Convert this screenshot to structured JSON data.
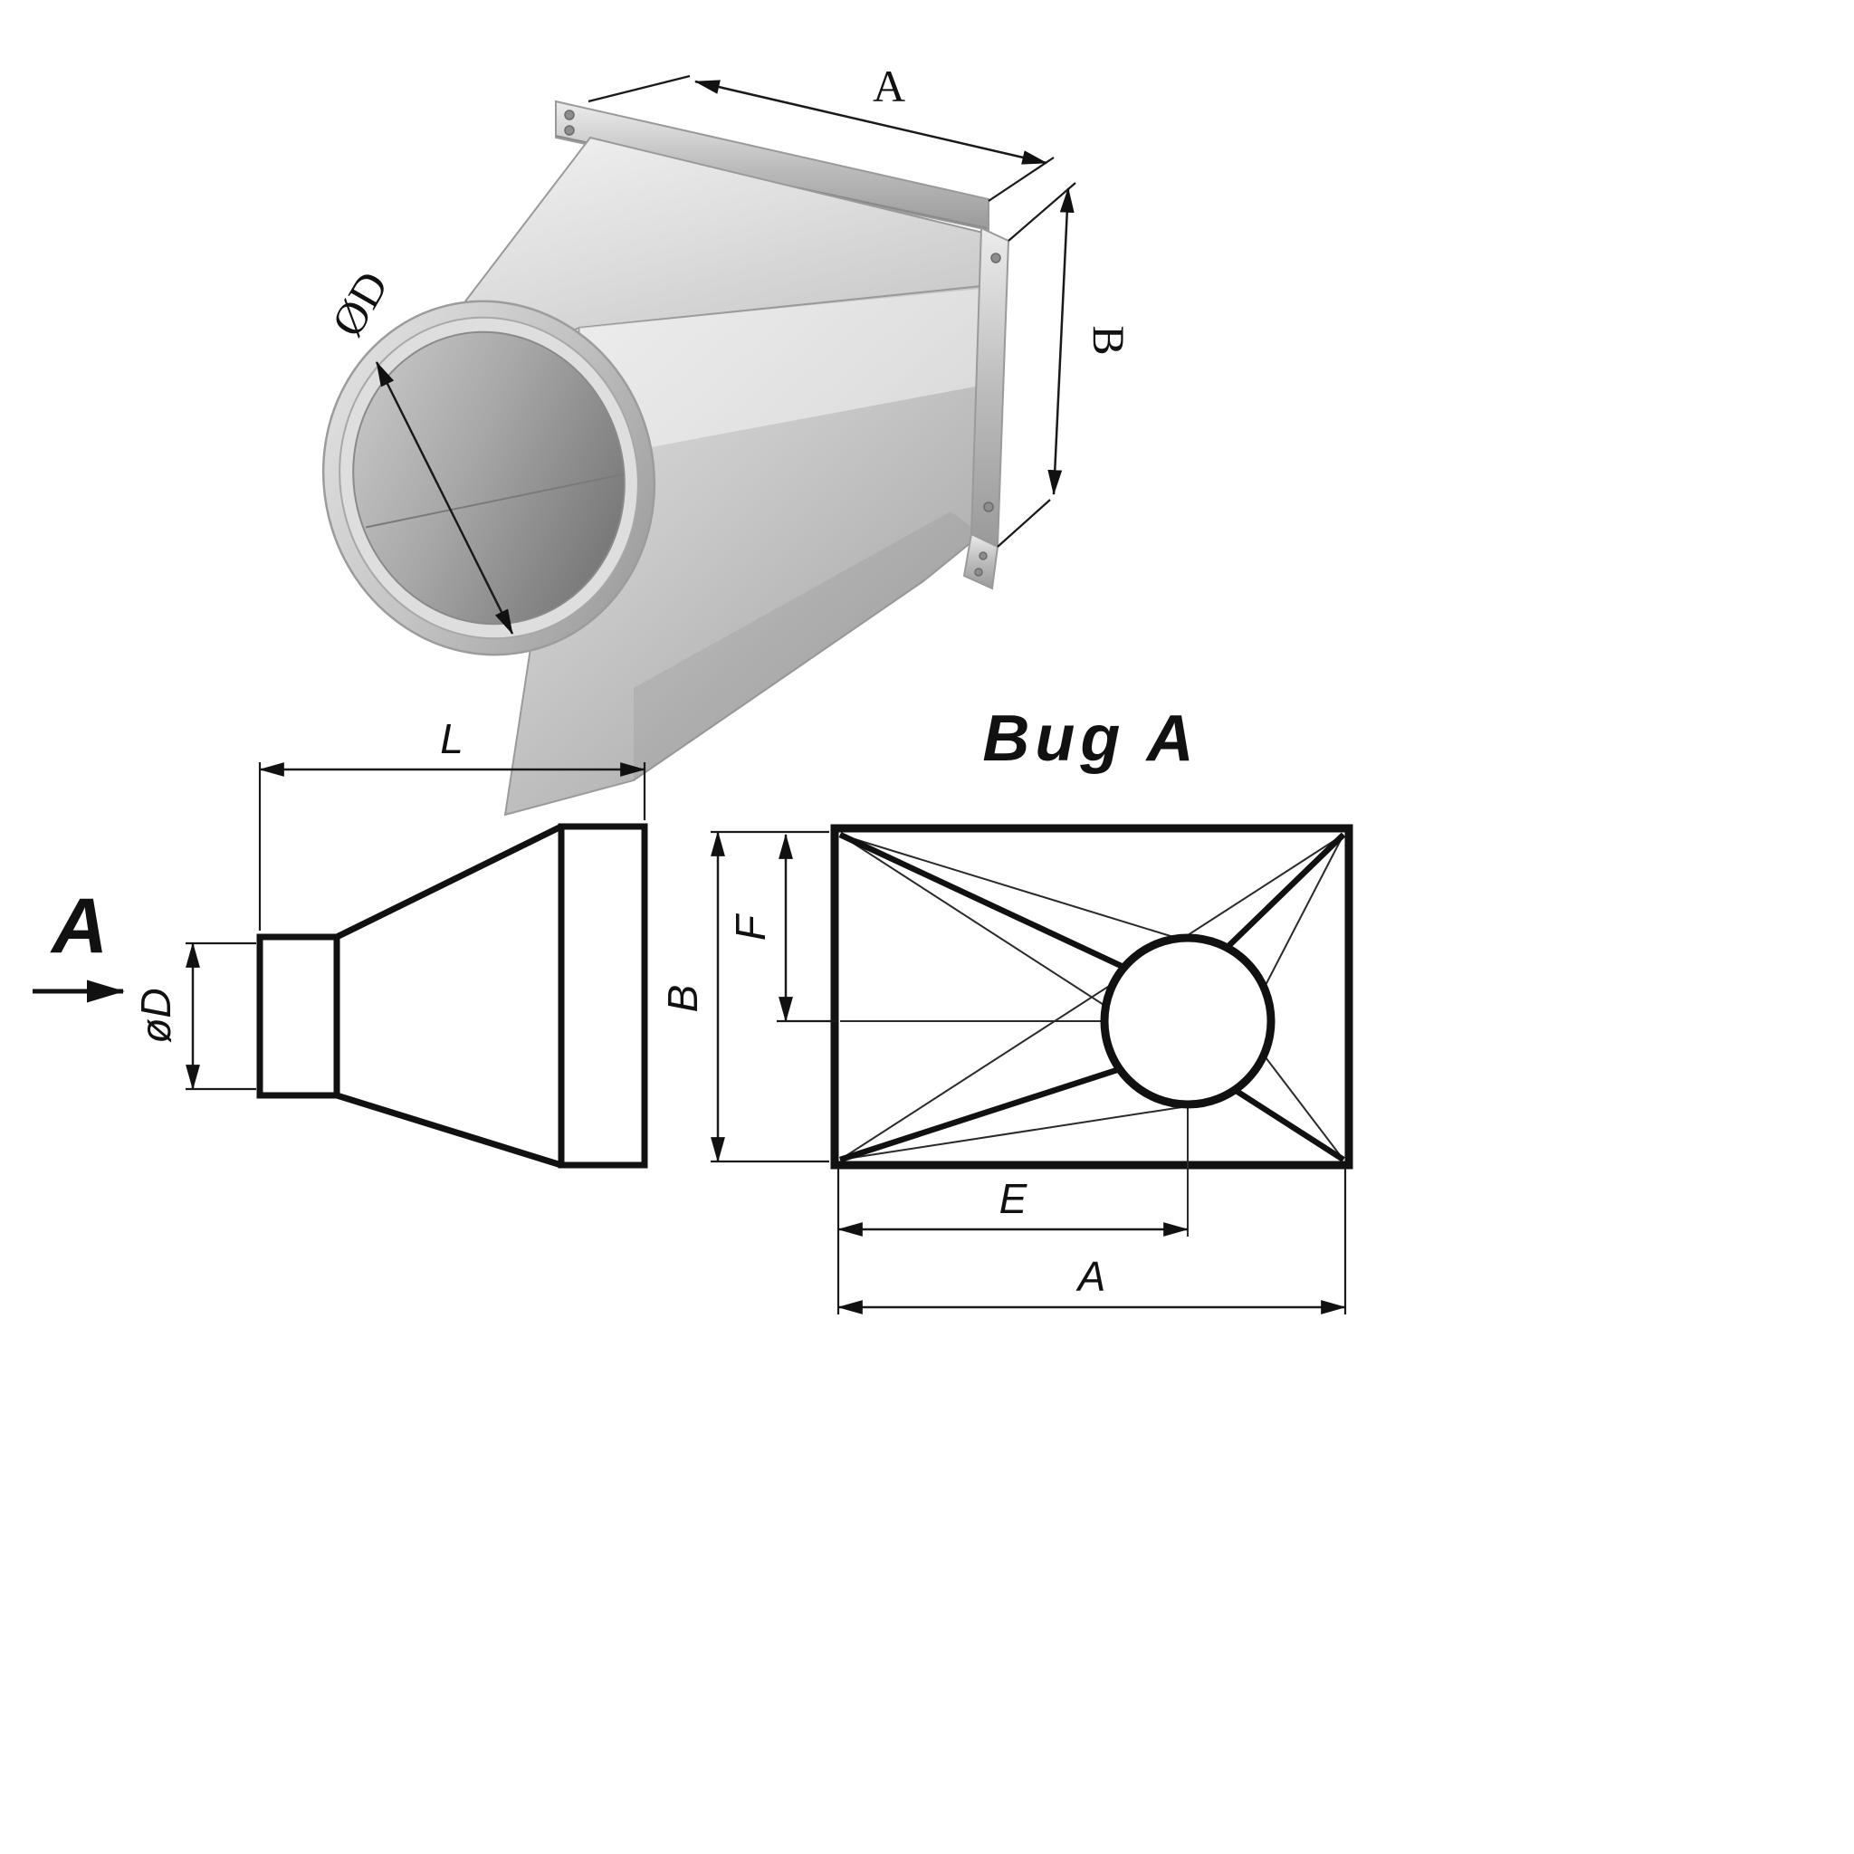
{
  "photo": {
    "dim_a": "A",
    "dim_b": "B",
    "dim_d": "ØD"
  },
  "side_view": {
    "dim_l": "L",
    "dim_d": "øD",
    "view_label": "A"
  },
  "view_a": {
    "title": "Bug A",
    "dim_b": "B",
    "dim_f": "F",
    "dim_e": "E",
    "dim_a": "A"
  },
  "colors": {
    "line": "#111111",
    "metal_light": "#f0f0f0",
    "metal_mid": "#c6c6c6",
    "metal_dark": "#8f8f8f",
    "background": "#ffffff"
  }
}
